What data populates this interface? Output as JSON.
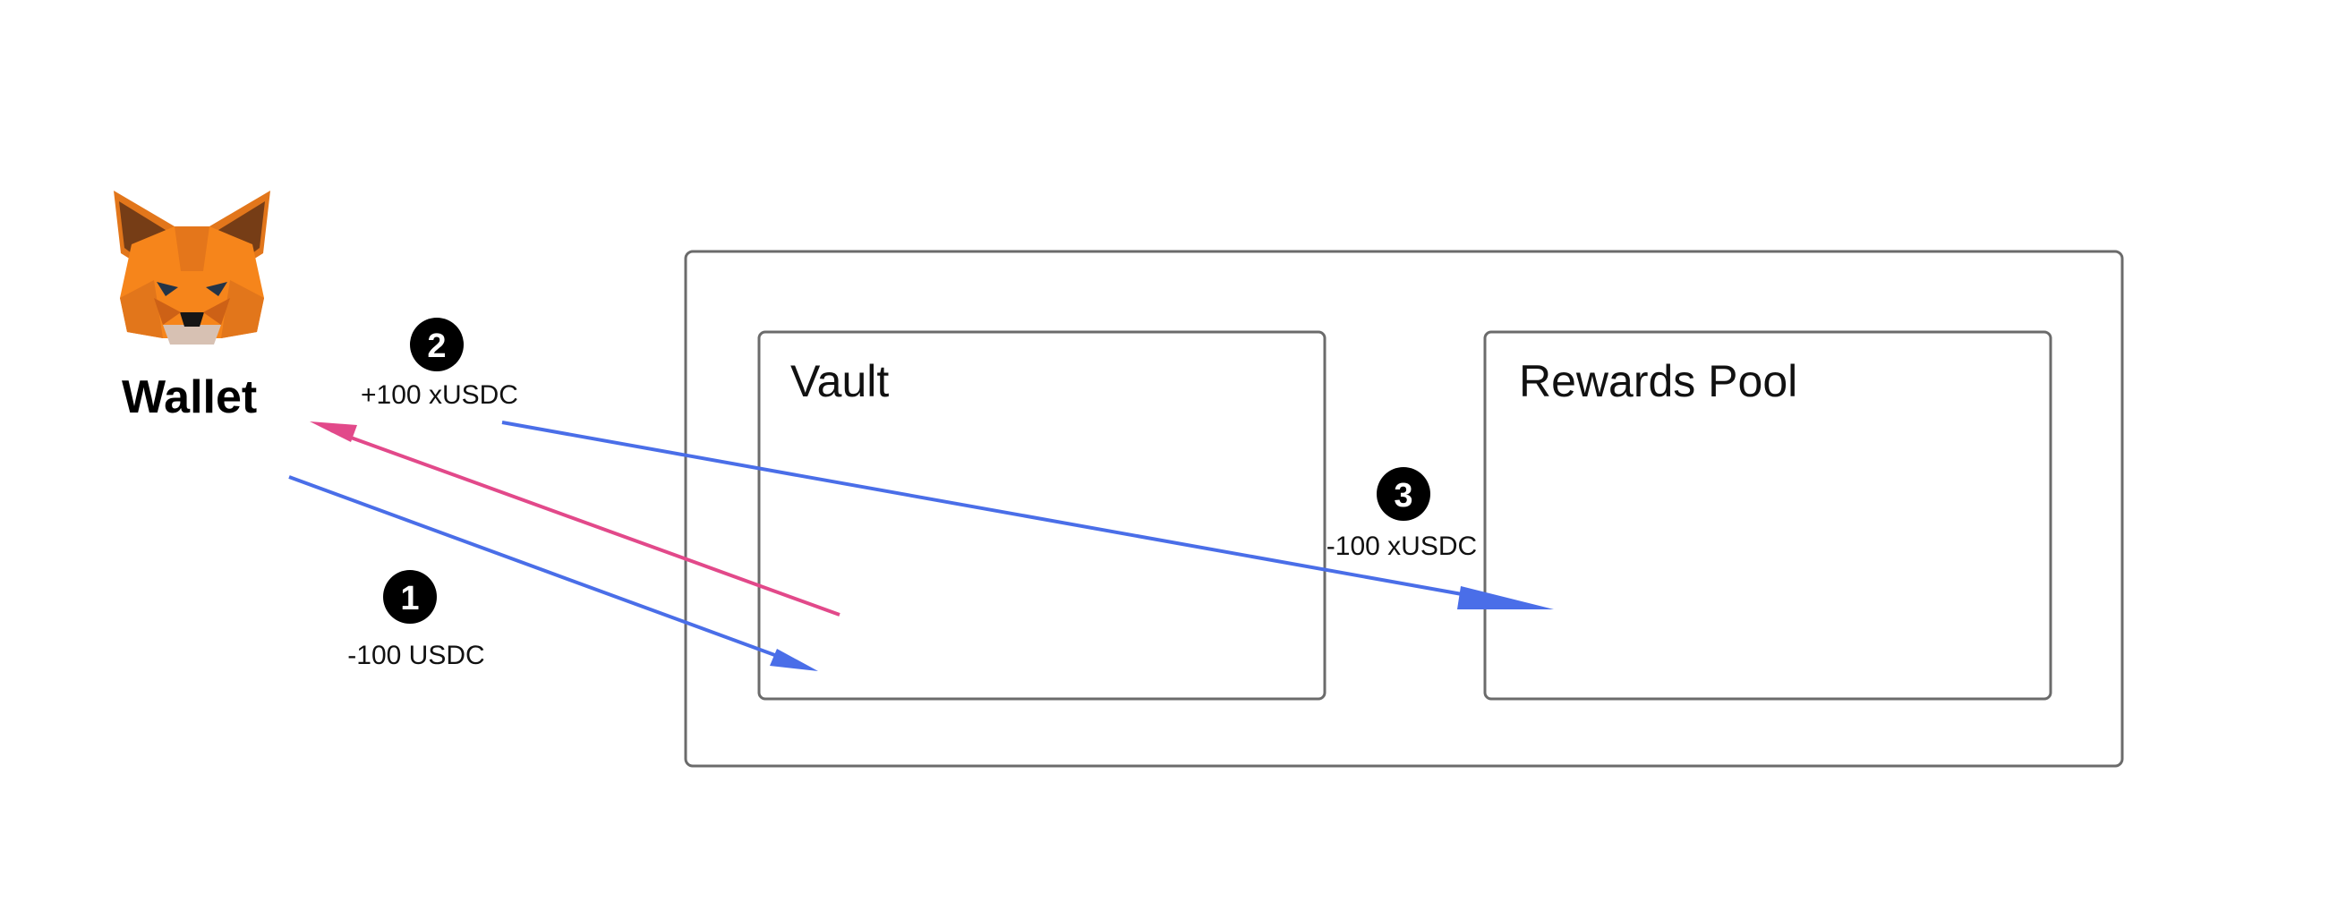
{
  "wallet": {
    "label": "Wallet",
    "icon": "metamask-fox-icon"
  },
  "boxes": {
    "vault": {
      "title": "Vault"
    },
    "rewards_pool": {
      "title": "Rewards Pool"
    }
  },
  "steps": [
    {
      "number": "1",
      "amount": "-100 USDC"
    },
    {
      "number": "2",
      "amount": "+100 xUSDC"
    },
    {
      "number": "3",
      "amount": "-100 xUSDC"
    }
  ],
  "colors": {
    "deposit_arrow": "#4a6ee8",
    "return_arrow": "#e2498a",
    "box_border": "#6b6b6b",
    "badge": "#000000",
    "fox_orange": "#f6851b"
  }
}
